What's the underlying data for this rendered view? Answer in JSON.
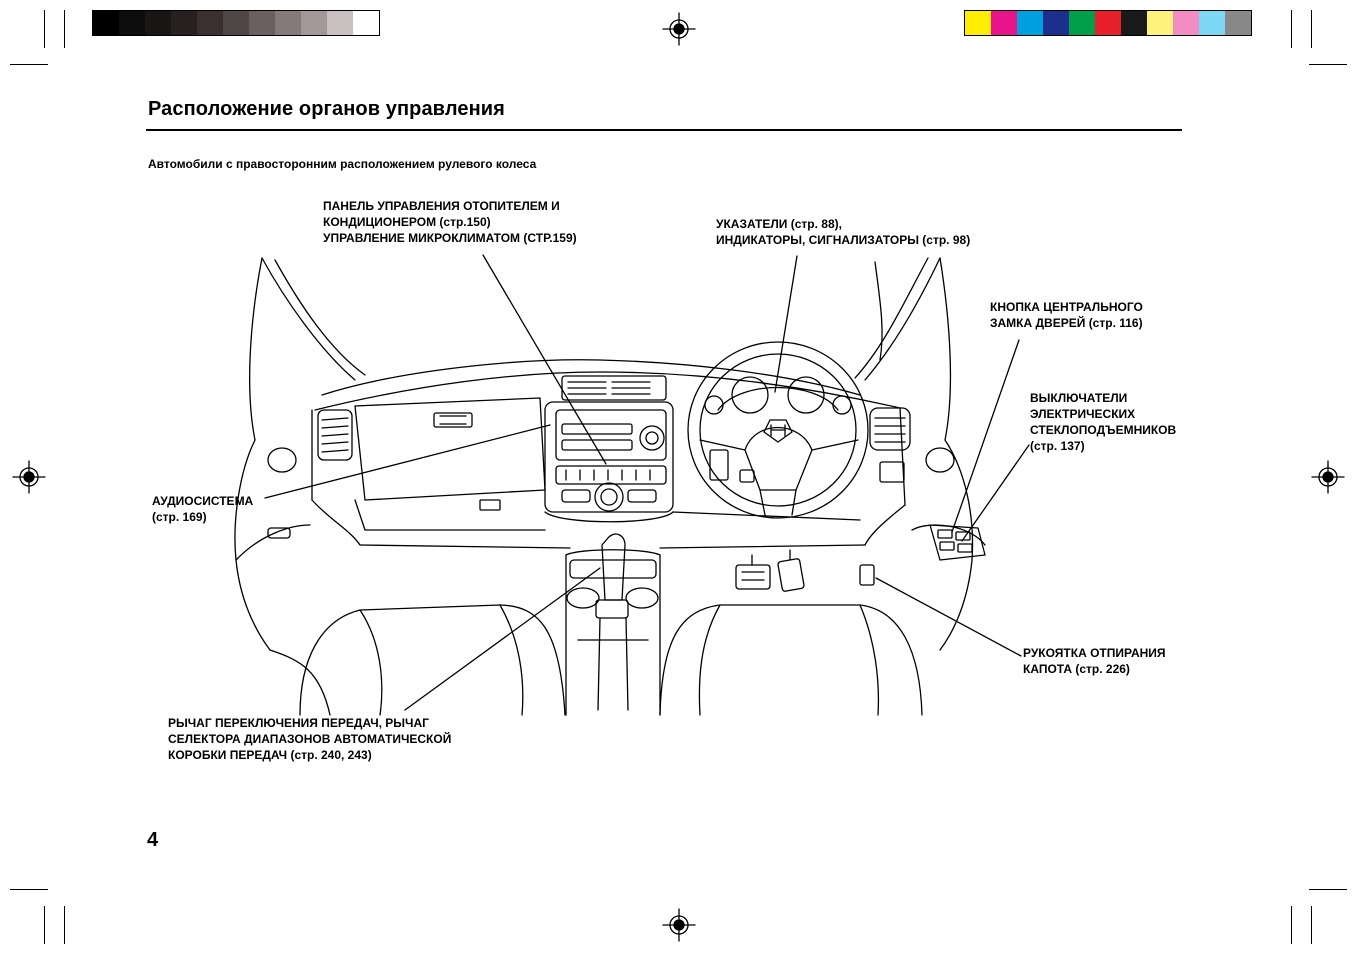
{
  "page": {
    "title": "Расположение органов управления",
    "subtitle": "Автомобили с правосторонним расположением рулевого колеса",
    "page_number": "4"
  },
  "colors": {
    "gray_strip": [
      "#000000",
      "#0d0d0d",
      "#1a1616",
      "#262020",
      "#3a3030",
      "#4f4646",
      "#6a6060",
      "#857a7a",
      "#a39898",
      "#c8c0c0",
      "#ffffff"
    ],
    "color_strip": [
      "#ffee00",
      "#e8158a",
      "#00a0e0",
      "#1d2f8c",
      "#00a04a",
      "#e8202a",
      "#1a1a1a",
      "#fff27a",
      "#f48cc4",
      "#7cd8f4",
      "#888888"
    ]
  },
  "callouts": {
    "climate": {
      "line1": "ПАНЕЛЬ УПРАВЛЕНИЯ ОТОПИТЕЛЕМ И",
      "line2": "КОНДИЦИОНЕРОМ (стр.150)",
      "line3": "УПРАВЛЕНИЕ МИКРОКЛИМАТОМ (СТР.159)"
    },
    "gauges": {
      "line1": "УКАЗАТЕЛИ (стр. 88),",
      "line2": "ИНДИКАТОРЫ, СИГНАЛИЗАТОРЫ (стр. 98)"
    },
    "door_lock": {
      "line1": "КНОПКА ЦЕНТРАЛЬНОГО",
      "line2": "ЗАМКА ДВЕРЕЙ (стр. 116)"
    },
    "windows": {
      "line1": "ВЫКЛЮЧАТЕЛИ",
      "line2": "ЭЛЕКТРИЧЕСКИХ",
      "line3": "СТЕКЛОПОДЪЕМНИКОВ",
      "line4": "(стр. 137)"
    },
    "audio": {
      "line1": "АУДИОСИСТЕМА",
      "line2": "(стр. 169)"
    },
    "hood": {
      "line1": "РУКОЯТКА ОТПИРАНИЯ",
      "line2": "КАПОТА (стр. 226)"
    },
    "shift": {
      "line1": "РЫЧАГ ПЕРЕКЛЮЧЕНИЯ ПЕРЕДАЧ, РЫЧАГ",
      "line2": "СЕЛЕКТОРА ДИАПАЗОНОВ АВТОМАТИЧЕСКОЙ",
      "line3": "КОРОБКИ ПЕРЕДАЧ (стр. 240, 243)"
    }
  }
}
